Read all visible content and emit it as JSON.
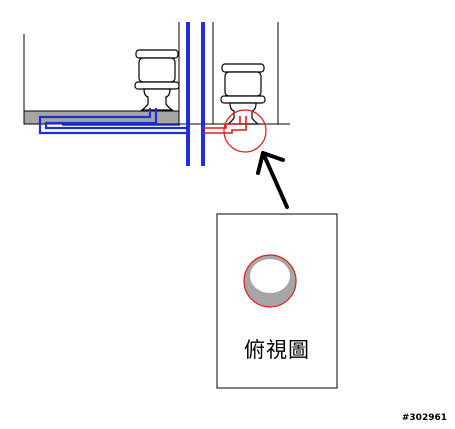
{
  "diagram": {
    "caption": "俯視圖",
    "reference_id": "#302961",
    "colors": {
      "drain_pipe": "#1f2fd6",
      "vertical_stack": "#1f2fd6",
      "new_drain_pipe": "#e01b1b",
      "highlight_circle": "#e01b1b",
      "floor_slab": "#a6a6a6",
      "arrow": "#000000"
    },
    "components": [
      "wall-left",
      "wall-right",
      "floor-slab",
      "toilet-left",
      "toilet-right",
      "vertical-stack",
      "blue-drain-pipe",
      "red-drain-pipe",
      "highlight-circle",
      "pointer-arrow",
      "top-view-panel",
      "top-view-hole"
    ]
  }
}
